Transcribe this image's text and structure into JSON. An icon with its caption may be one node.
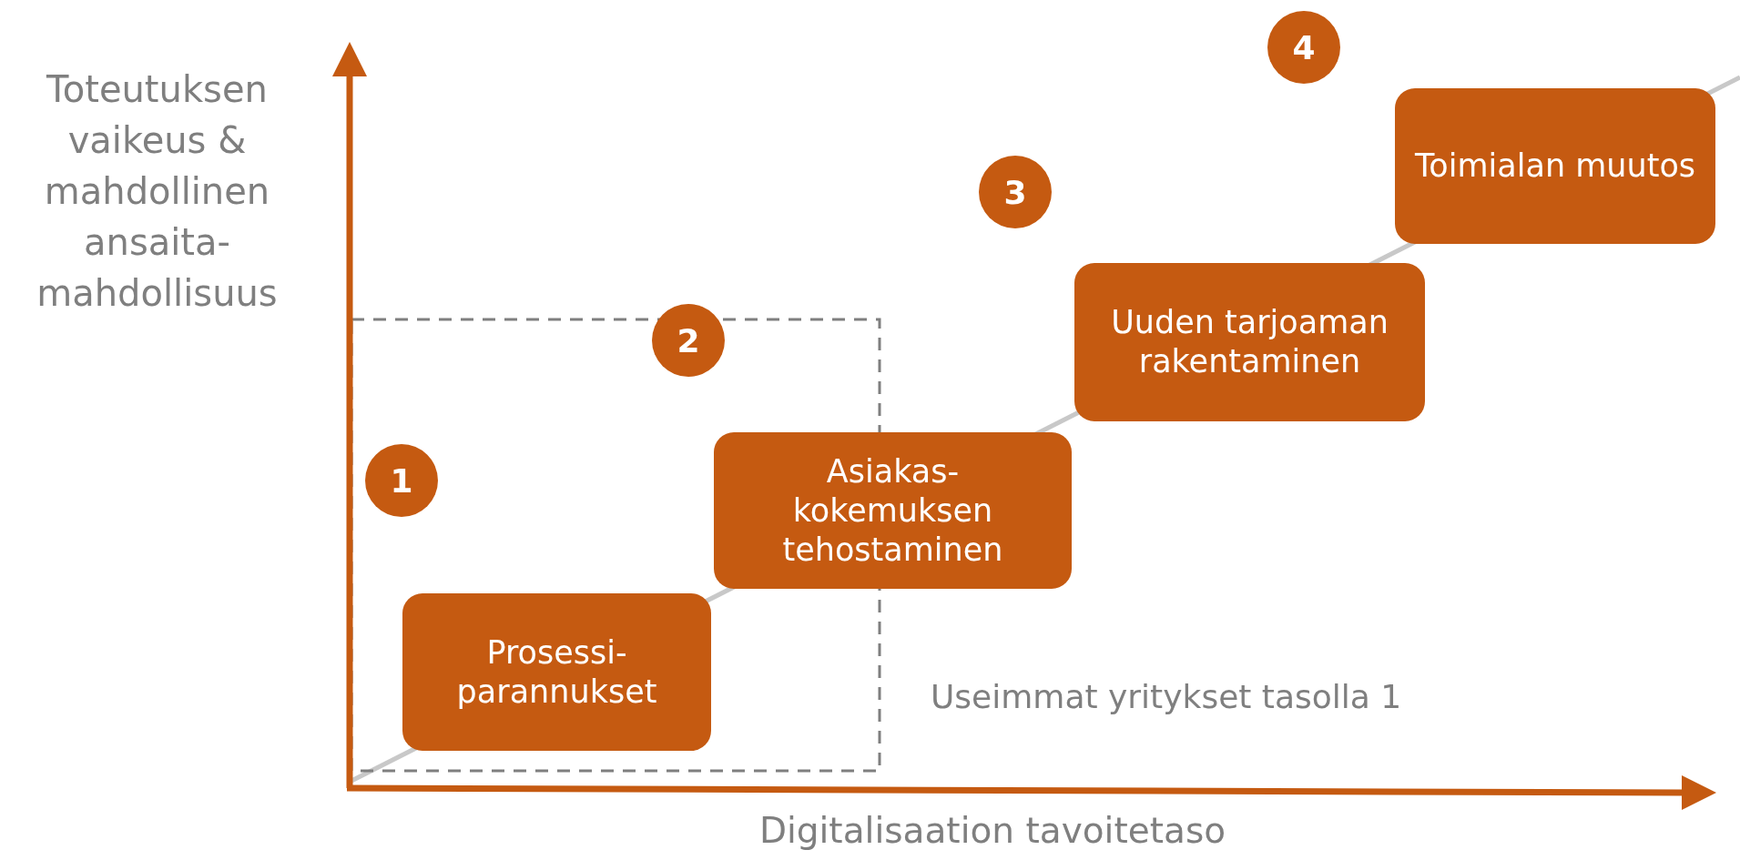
{
  "diagram": {
    "nodes": [
      {
        "text": [
          "4"
        ]
      },
      {
        "text": [
          "Toimialan muutos"
        ]
      },
      {
        "text": [
          "3"
        ]
      },
      {
        "text": [
          "Uuden tarjoaman rakentaminen"
        ]
      },
      {
        "text": [
          "2"
        ]
      },
      {
        "text": [
          "1"
        ]
      },
      {
        "text": [
          "Asiakas-kokemuksen tehostaminen"
        ]
      },
      {
        "text": [
          "Prosessi-parannukset"
        ]
      }
    ],
    "labels": [
      "Toteutuksen vaikeus & mahdollinen ansaita-mahdollisuus",
      "Useimmat yritykset tasolla 1",
      "Digitalisaation tavoitetaso"
    ]
  }
}
